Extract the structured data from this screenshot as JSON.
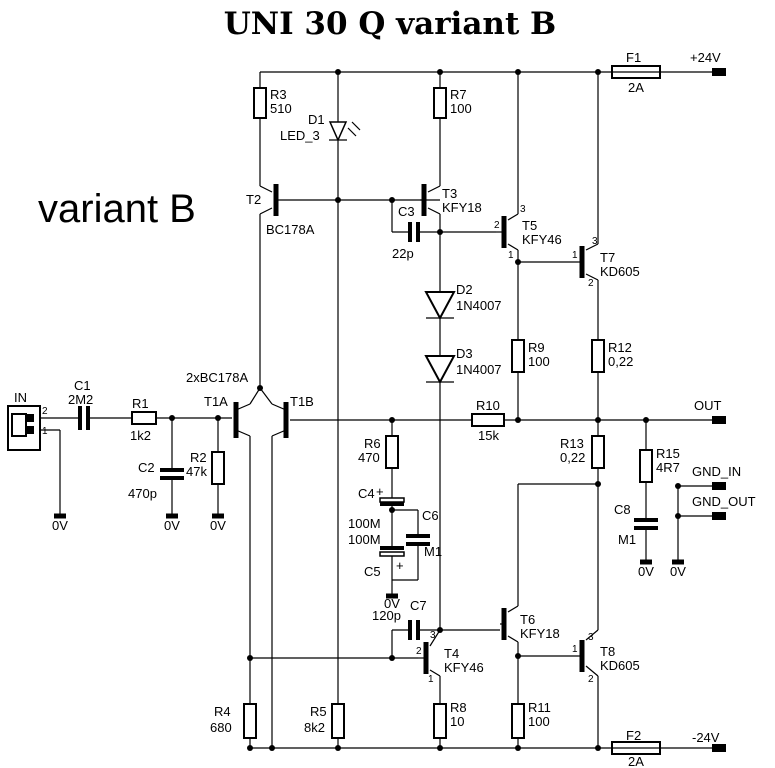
{
  "title": "UNI 30 Q variant B",
  "subtitle": "variant B",
  "labels": {
    "r3": "R3",
    "r3_val": "510",
    "d1": "D1",
    "d1_val": "LED_3",
    "r7": "R7",
    "r7_val": "100",
    "f1": "F1",
    "f1_val": "2A",
    "vplus": "+24V",
    "t2": "T2",
    "t2_type": "BC178A",
    "t3": "T3",
    "t3_type": "KFY18",
    "c3": "C3",
    "c3_val": "22p",
    "t5": "T5",
    "t5_type": "KFY46",
    "t7": "T7",
    "t7_type": "KD605",
    "d2": "D2",
    "d2_val": "1N4007",
    "d3": "D3",
    "d3_val": "1N4007",
    "r9": "R9",
    "r9_val": "100",
    "r12": "R12",
    "r12_val": "0,22",
    "in": "IN",
    "c1": "C1",
    "c1_val": "2M2",
    "r1": "R1",
    "r1_val": "1k2",
    "t1_type": "2xBC178A",
    "t1a": "T1A",
    "t1b": "T1B",
    "r10": "R10",
    "r10_val": "15k",
    "out": "OUT",
    "c2": "C2",
    "c2_val": "470p",
    "r2": "R2",
    "r2_val": "47k",
    "r6": "R6",
    "r6_val": "470",
    "r13": "R13",
    "r13_val": "0,22",
    "r15": "R15",
    "r15_val": "4R7",
    "gnd_in": "GND_IN",
    "gnd_out": "GND_OUT",
    "c4": "C4",
    "c5": "C5",
    "c45_val_a": "100M",
    "c45_val_b": "100M",
    "c6": "C6",
    "c6_val": "M1",
    "c8": "C8",
    "c8_val": "M1",
    "zero_v": "0V",
    "c7": "C7",
    "c7_val": "120p",
    "t6": "T6",
    "t6_type": "KFY18",
    "t4": "T4",
    "t4_type": "KFY46",
    "t8": "T8",
    "t8_type": "KD605",
    "r4": "R4",
    "r4_val": "680",
    "r5": "R5",
    "r5_val": "8k2",
    "r8": "R8",
    "r8_val": "10",
    "r11": "R11",
    "r11_val": "100",
    "f2": "F2",
    "f2_val": "2A",
    "vminus": "-24V",
    "pin1": "1",
    "pin2": "2",
    "pin3": "3",
    "plus": "+"
  }
}
